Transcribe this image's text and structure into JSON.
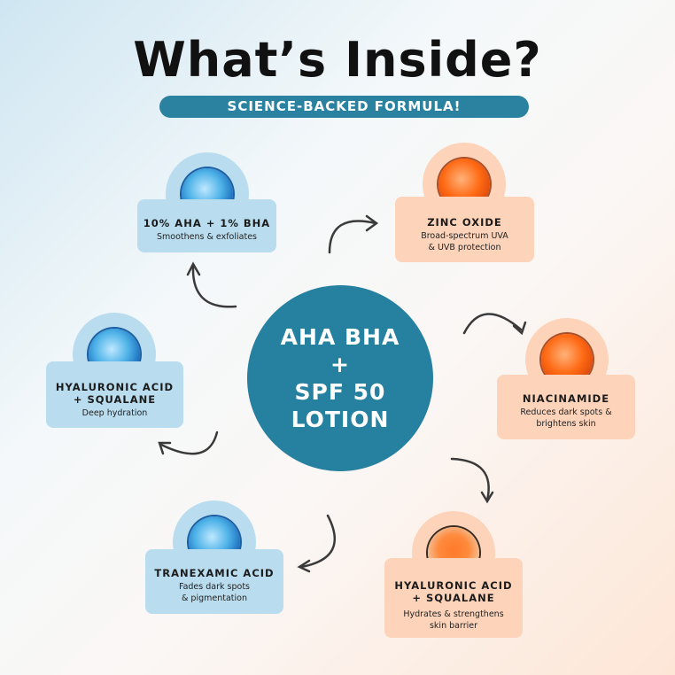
{
  "header": {
    "title": "What’s Inside?",
    "subtitle": "SCIENCE-BACKED FORMULA!"
  },
  "center": {
    "lines": [
      "AHA BHA",
      "+",
      "SPF 50",
      "LOTION"
    ]
  },
  "ingredients": [
    {
      "name": "10% AHA + 1% BHA",
      "desc": [
        "Smoothens & exfoliates"
      ],
      "color": "blue"
    },
    {
      "name": "ZINC OXIDE",
      "desc": [
        "Broad-spectrum UVA",
        "& UVB protection"
      ],
      "color": "orange"
    },
    {
      "name": "NIACINAMIDE",
      "desc": [
        "Reduces dark spots &",
        "brightens skin"
      ],
      "color": "orange"
    },
    {
      "name": "HYALURONIC ACID + SQUALANE",
      "name_lines": [
        "HYALURONIC ACID",
        "+ SQUALANE"
      ],
      "desc": [
        "Hydrates & strengthens",
        "skin barrier"
      ],
      "color": "orange"
    },
    {
      "name": "TRANEXAMIC ACID",
      "desc": [
        "Fades dark spots",
        "& pigmentation"
      ],
      "color": "blue"
    },
    {
      "name": "HYALURONIC ACID + SQUALANE",
      "name_lines": [
        "HYALURONIC ACID",
        "+ SQUALANE"
      ],
      "desc": [
        "Deep hydration"
      ],
      "color": "blue"
    }
  ],
  "colors": {
    "accent": "#26809f",
    "blue_card": "#b9ddef",
    "orange_card": "#fdd3b9"
  }
}
